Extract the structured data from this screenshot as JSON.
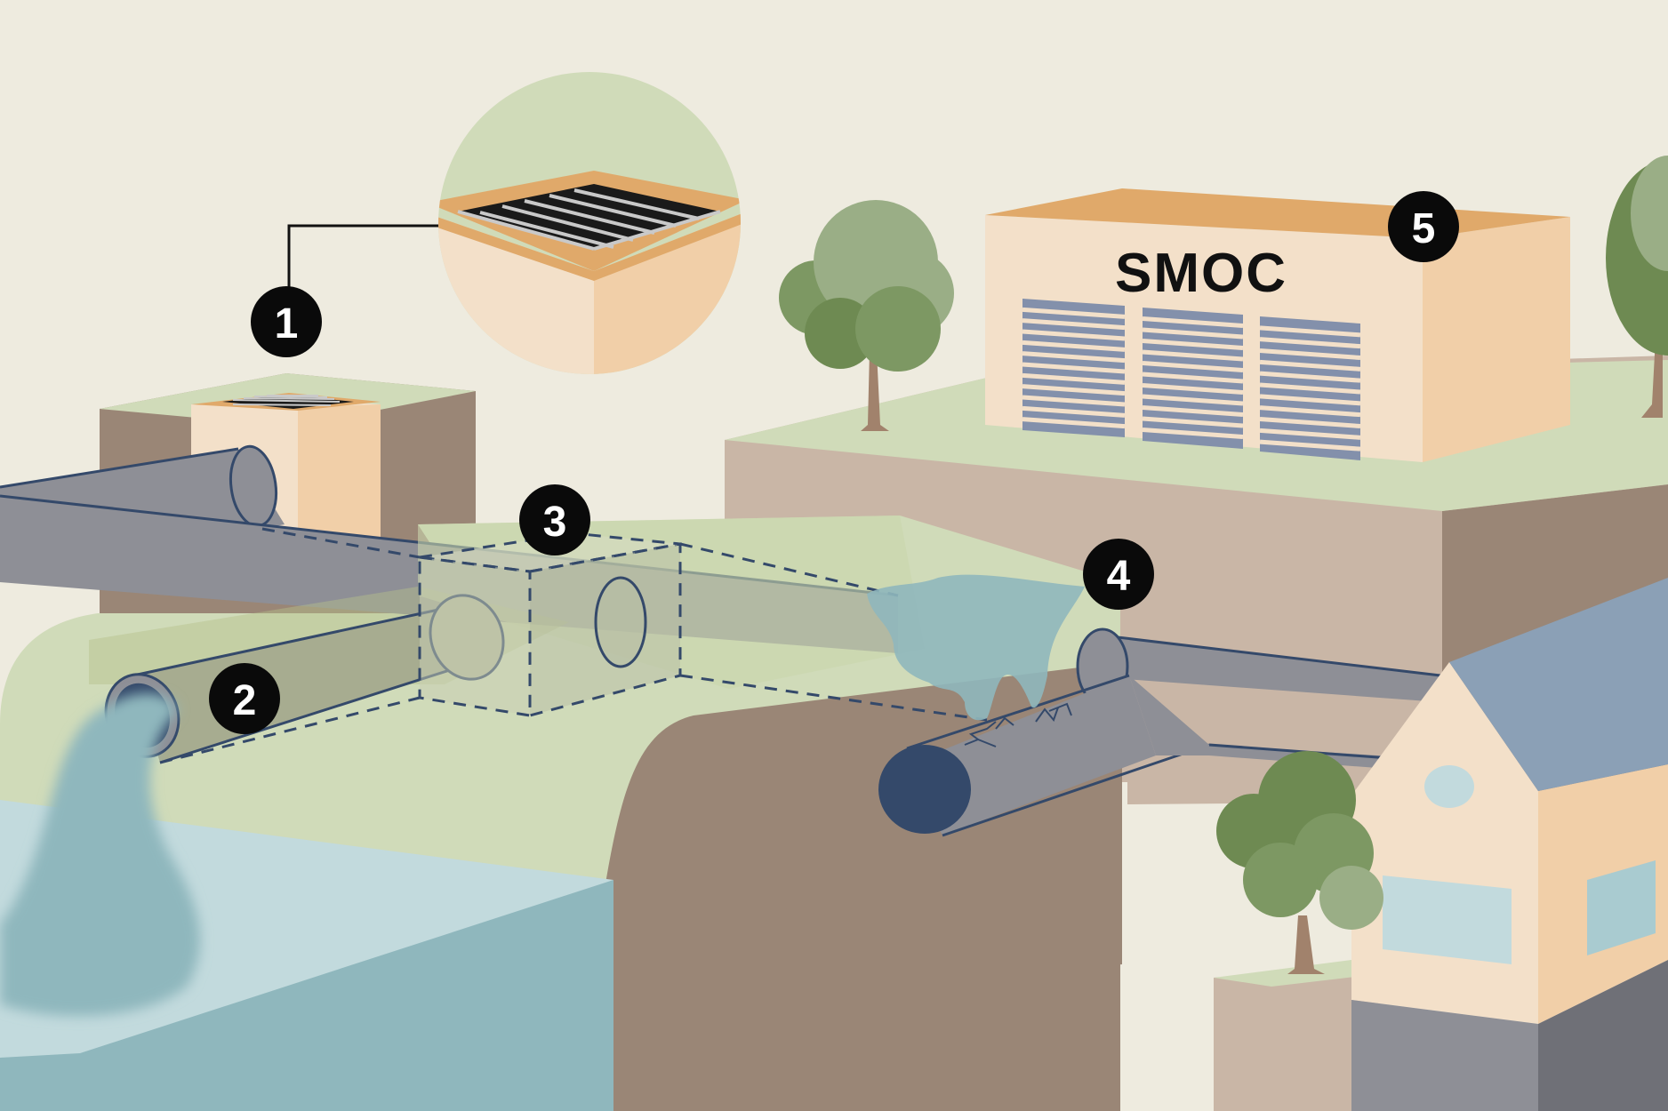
{
  "callouts": [
    {
      "id": "storm-drain-grate",
      "label": "1"
    },
    {
      "id": "outfall-pipe",
      "label": "2"
    },
    {
      "id": "underground-pipe-section",
      "label": "3"
    },
    {
      "id": "pipe-leak",
      "label": "4"
    },
    {
      "id": "smoc-building",
      "label": "5"
    }
  ],
  "building": {
    "sign": "SMOC"
  },
  "colors": {
    "background": "#eeebdf",
    "grass": "#d0dbb9",
    "soil": "#9a8676",
    "soil_light": "#c9b6a6",
    "pipe": "#8e8f96",
    "pipe_outline": "#34496a",
    "water": "#8fb7bd",
    "building_front": "#f3e0c9",
    "building_side": "#f1cfa8",
    "roof": "#e0a96a",
    "callout": "#0a0a0a"
  }
}
